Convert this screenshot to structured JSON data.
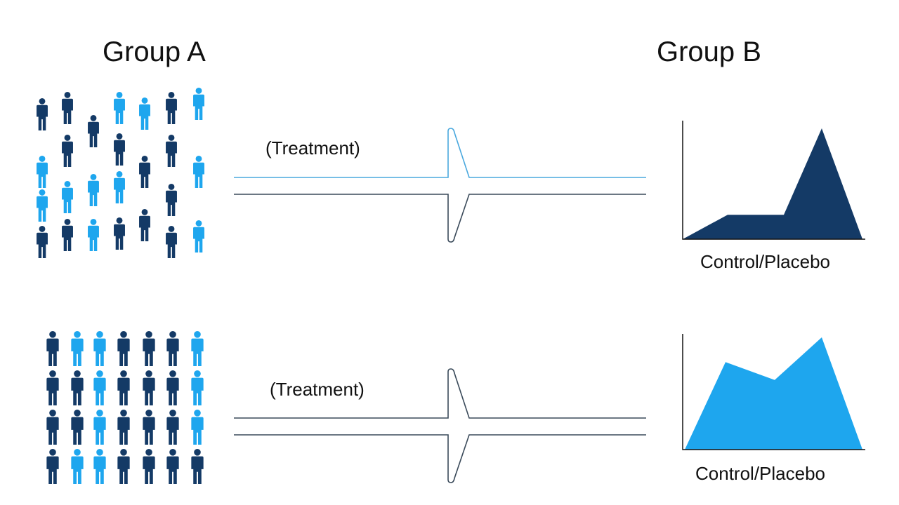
{
  "headings": {
    "group_a": "Group A",
    "group_b": "Group B"
  },
  "colors": {
    "dark": "#143a66",
    "light": "#1ea6ee",
    "line_top": "#4aa8de",
    "line_bottom": "#3a4a5a",
    "axis": "#111111"
  },
  "rows": [
    {
      "treatment_label": "(Treatment)",
      "outcome_label": "Control/Placebo",
      "people_pattern": "scattered",
      "people": [
        [
          "dark",
          "dark",
          "dark",
          "light",
          "light",
          "dark",
          "light"
        ],
        [
          "",
          "dark",
          "",
          "dark",
          "",
          "dark",
          ""
        ],
        [
          "light",
          "",
          "light",
          "light",
          "dark",
          "",
          "light"
        ],
        [
          "light",
          "light",
          "",
          "",
          "",
          "dark",
          ""
        ],
        [
          "dark",
          "dark",
          "light",
          "dark",
          "dark",
          "dark",
          "light"
        ]
      ],
      "area_fill": "dark",
      "area_profile": [
        0,
        0.22,
        0.22,
        1.0,
        0
      ]
    },
    {
      "treatment_label": "(Treatment)",
      "outcome_label": "Control/Placebo",
      "people_pattern": "grid",
      "people": [
        [
          "dark",
          "light",
          "light",
          "dark",
          "dark",
          "dark",
          "light"
        ],
        [
          "dark",
          "dark",
          "light",
          "dark",
          "dark",
          "dark",
          "light"
        ],
        [
          "dark",
          "dark",
          "light",
          "dark",
          "dark",
          "dark",
          "light"
        ],
        [
          "dark",
          "light",
          "light",
          "dark",
          "dark",
          "dark",
          "dark"
        ]
      ],
      "area_fill": "light",
      "area_profile": [
        0,
        0.78,
        0.62,
        1.0,
        0
      ]
    }
  ]
}
